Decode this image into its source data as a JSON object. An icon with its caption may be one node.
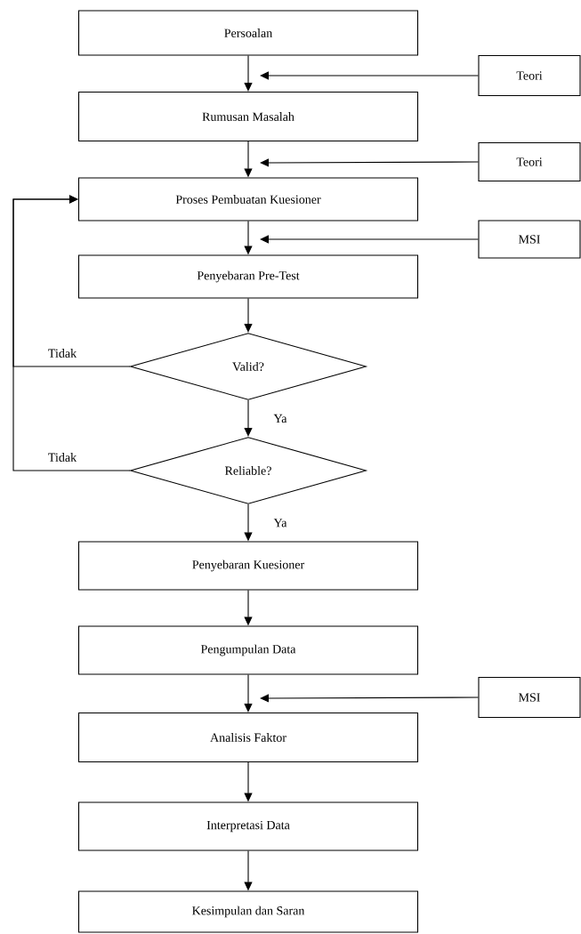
{
  "diagram": {
    "nodes": [
      {
        "text": [
          "Persoalan"
        ]
      },
      {
        "text": [
          "Teori"
        ]
      },
      {
        "text": [
          "Rumusan Masalah"
        ]
      },
      {
        "text": [
          "Teori"
        ]
      },
      {
        "text": [
          "Proses Pembuatan Kuesioner"
        ]
      },
      {
        "text": [
          "MSI"
        ]
      },
      {
        "text": [
          "Penyebaran Pre-Test"
        ]
      },
      {
        "text": [
          "Valid?"
        ]
      },
      {
        "text": [
          "Reliable?"
        ]
      },
      {
        "text": [
          "Penyebaran Kuesioner"
        ]
      },
      {
        "text": [
          "Pengumpulan Data"
        ]
      },
      {
        "text": [
          "MSI"
        ]
      },
      {
        "text": [
          "Analisis Faktor"
        ]
      },
      {
        "text": [
          "Interpretasi Data"
        ]
      },
      {
        "text": [
          "Kesimpulan dan Saran"
        ]
      }
    ],
    "edges": [
      {
        "from": 0,
        "to": 2,
        "arrow": "to"
      },
      {
        "from": 1,
        "to": 2,
        "arrow": "to"
      },
      {
        "from": 2,
        "to": 4,
        "arrow": "to"
      },
      {
        "from": 3,
        "to": 4,
        "arrow": "to"
      },
      {
        "from": 4,
        "to": 6,
        "arrow": "to"
      },
      {
        "from": 5,
        "to": 6,
        "arrow": "to"
      },
      {
        "from": 6,
        "to": 7,
        "arrow": "to"
      },
      {
        "from": 7,
        "to": 8,
        "arrow": "to",
        "label": "Ya"
      },
      {
        "from": 7,
        "to": 4,
        "arrow": "to",
        "label": "Tidak"
      },
      {
        "from": 8,
        "to": 4,
        "arrow": "to",
        "label": "Tidak"
      },
      {
        "from": 8,
        "to": 9,
        "arrow": "to",
        "label": "Ya"
      },
      {
        "from": 9,
        "to": 10,
        "arrow": "to"
      },
      {
        "from": 10,
        "to": 12,
        "arrow": "to"
      },
      {
        "from": 11,
        "to": 12,
        "arrow": "to"
      },
      {
        "from": 12,
        "to": 13,
        "arrow": "to"
      },
      {
        "from": 13,
        "to": 14,
        "arrow": "to"
      }
    ]
  }
}
